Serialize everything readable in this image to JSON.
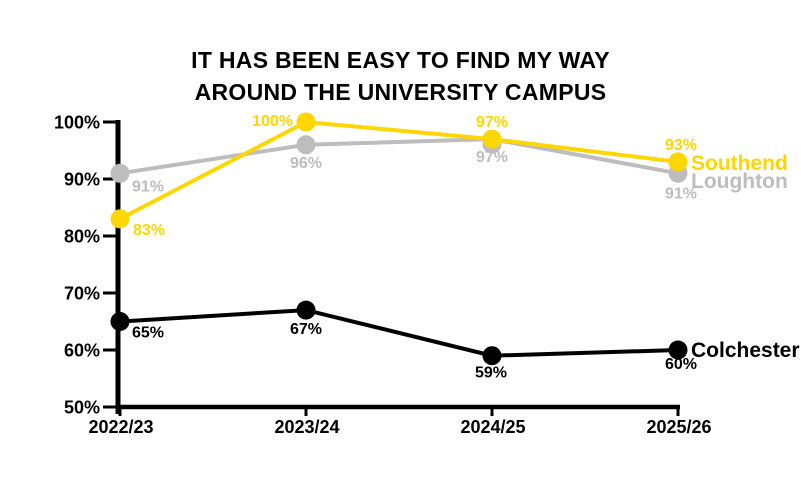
{
  "title": {
    "line1": "IT HAS BEEN EASY TO FIND MY WAY",
    "line2": "AROUND THE UNIVERSITY CAMPUS"
  },
  "chart_data": {
    "type": "line",
    "x": [
      "2022/23",
      "2023/24",
      "2024/25",
      "2025/26"
    ],
    "series": [
      {
        "name": "Loughton",
        "color": "#bdbdbd",
        "values": [
          91,
          96,
          97,
          91
        ],
        "labels": [
          "91%",
          "96%",
          "97%",
          "91%"
        ]
      },
      {
        "name": "Southend",
        "color": "#ffd700",
        "values": [
          83,
          100,
          97,
          93
        ],
        "labels": [
          "83%",
          "100%",
          "97%",
          "93%"
        ]
      },
      {
        "name": "Colchester",
        "color": "#000000",
        "values": [
          65,
          67,
          59,
          60
        ],
        "labels": [
          "65%",
          "67%",
          "59%",
          "60%"
        ]
      }
    ],
    "ylim": [
      50,
      100
    ],
    "yticks": [
      100,
      90,
      80,
      70,
      60,
      50
    ],
    "ytick_labels": [
      "100%",
      "90%",
      "80%",
      "70%",
      "60%",
      "50%"
    ],
    "axis_color": "#000000",
    "grid": false,
    "legend_position": "right-of-last-point"
  }
}
